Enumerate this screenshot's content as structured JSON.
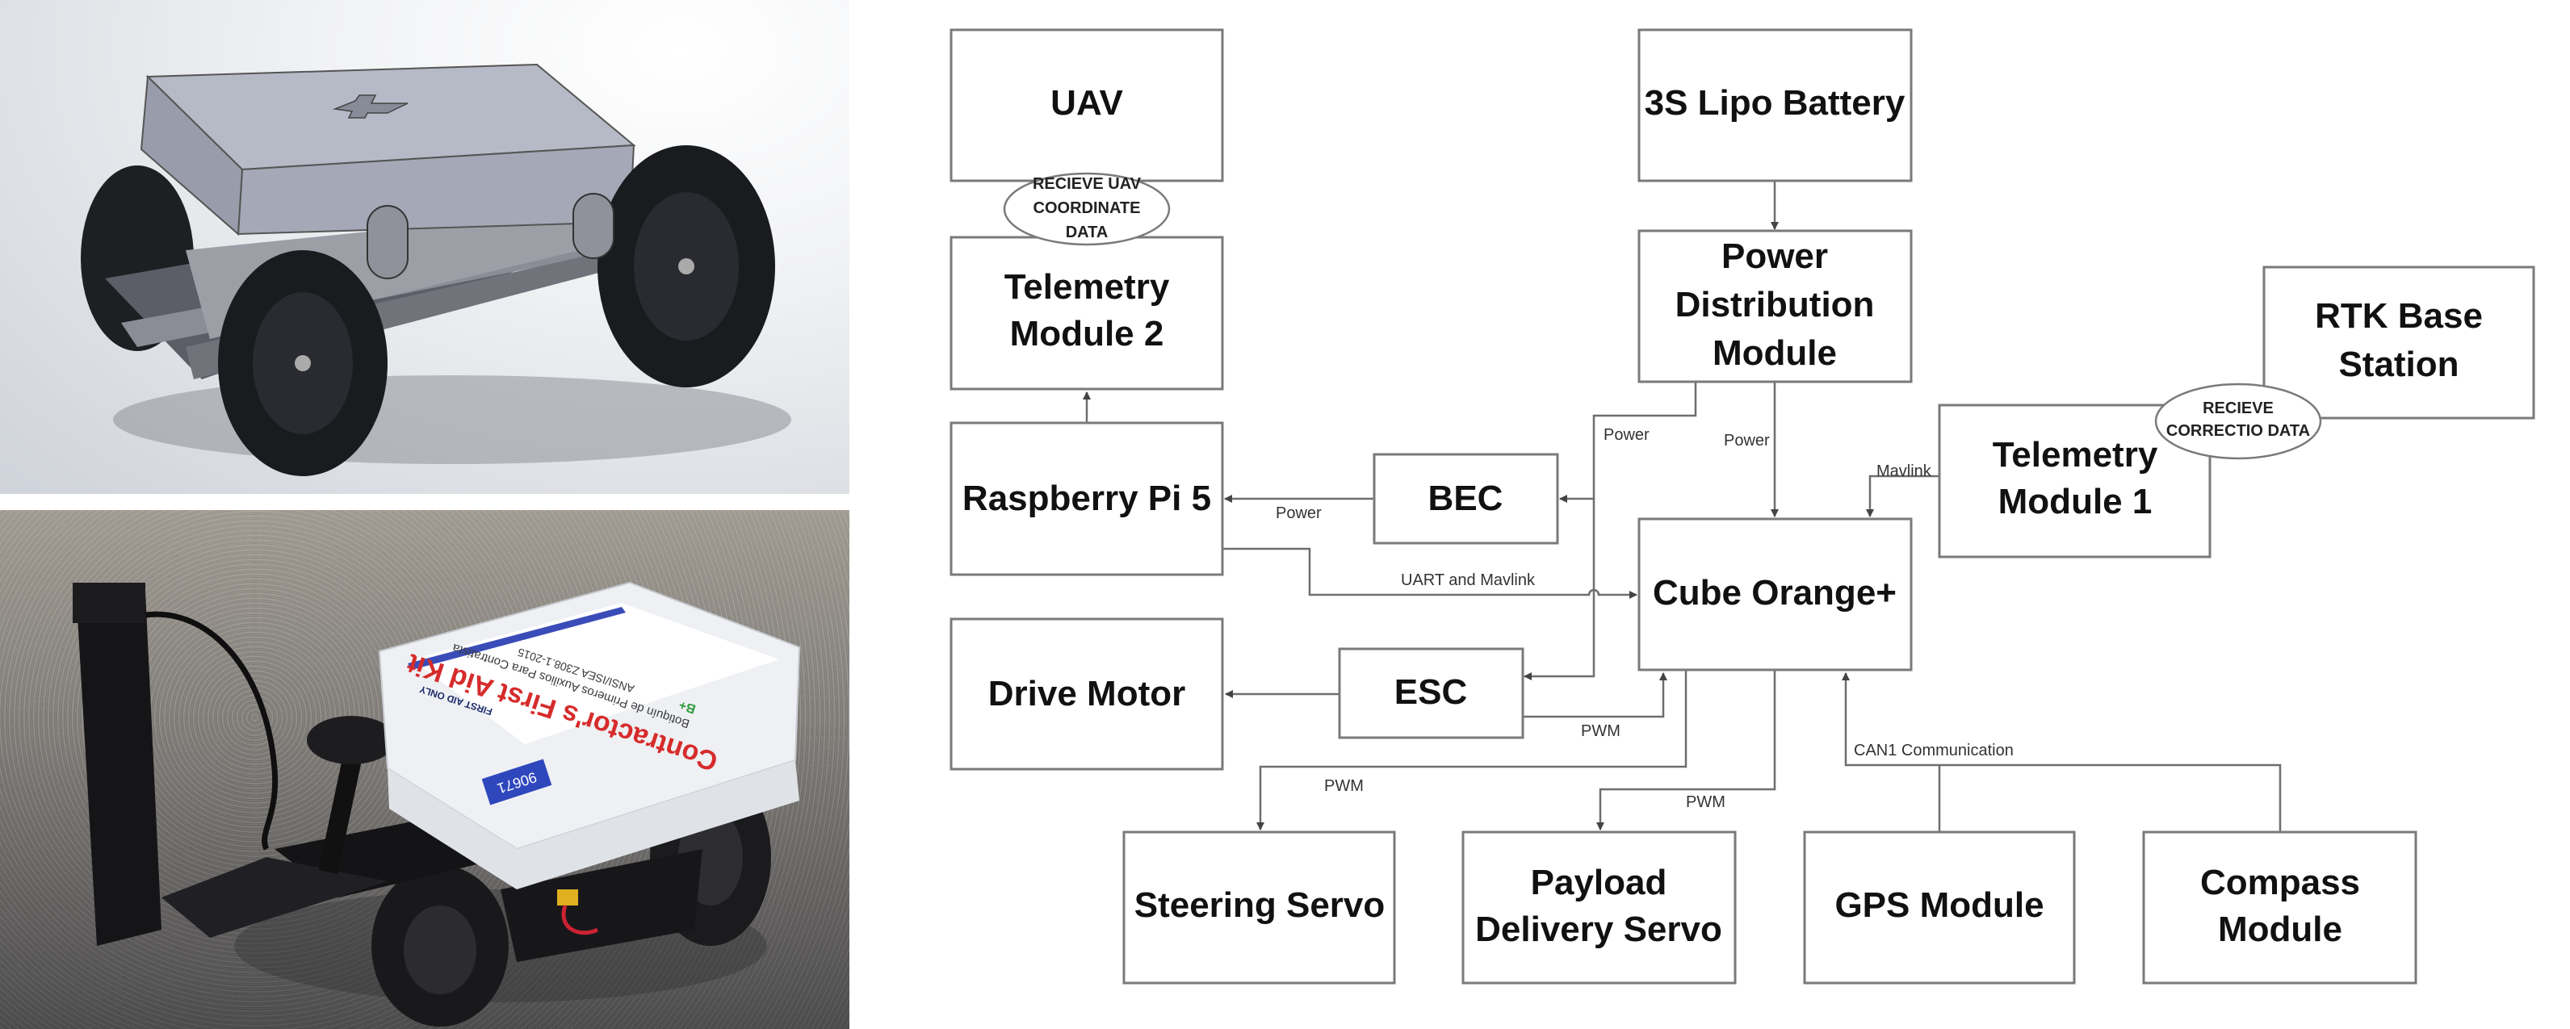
{
  "figure": {
    "cad_render": {
      "icon": "cad-rover-render"
    },
    "prototype_photo": {
      "icon": "rover-prototype-photo",
      "kit_label": {
        "brand_line": "FIRST AID ONLY",
        "title": "Contractor's First Aid Kit",
        "subtitle": "Botiquín de Primeros Auxilios Para Contratista",
        "standard": "ANSI/ISEA Z308.1-2015",
        "class_badge": "B+",
        "part_number": "90671"
      }
    }
  },
  "diagram": {
    "blocks": {
      "uav": [
        "UAV"
      ],
      "telemetry2": [
        "Telemetry",
        "Module 2"
      ],
      "raspberry": [
        "Raspberry Pi 5"
      ],
      "drive_motor": [
        "Drive Motor"
      ],
      "battery": [
        "3S Lipo Battery"
      ],
      "pdm": [
        "Power",
        "Distribution",
        "Module"
      ],
      "bec": [
        "BEC"
      ],
      "cube": [
        "Cube Orange+"
      ],
      "esc": [
        "ESC"
      ],
      "rtk": [
        "RTK Base",
        "Station"
      ],
      "telemetry1": [
        "Telemetry",
        "Module 1"
      ],
      "steering": [
        "Steering Servo"
      ],
      "payload": [
        "Payload",
        "Delivery Servo"
      ],
      "gps": [
        "GPS Module"
      ],
      "compass": [
        "Compass",
        "Module"
      ]
    },
    "ovals": {
      "uav_link": [
        "RECIEVE UAV",
        "COORDINATE",
        "DATA"
      ],
      "rtk_link": [
        "RECIEVE",
        "CORRECTIO DATA"
      ]
    },
    "connection_labels": {
      "pdm_to_bec": "Power",
      "pdm_to_cube": "Power",
      "bec_to_pi": "Power",
      "pi_to_cube": "UART and Mavlink",
      "tel1_to_cube": "Mavlink",
      "esc_pwm": "PWM",
      "steering_pwm": "PWM",
      "payload_pwm": "PWM",
      "can": "CAN1 Communication"
    }
  }
}
